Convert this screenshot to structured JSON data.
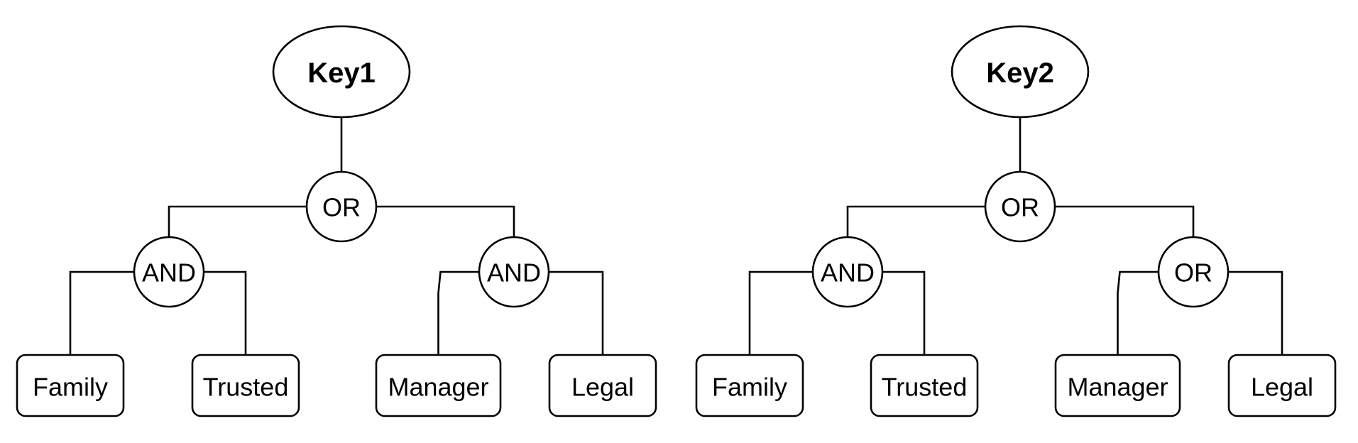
{
  "trees": [
    {
      "id": "tree-key1",
      "root": "Key1",
      "gate": "OR",
      "left_gate": "AND",
      "right_gate": "AND",
      "leaves": [
        "Family",
        "Trusted",
        "Manager",
        "Legal"
      ]
    },
    {
      "id": "tree-key2",
      "root": "Key2",
      "gate": "OR",
      "left_gate": "AND",
      "right_gate": "OR",
      "leaves": [
        "Family",
        "Trusted",
        "Manager",
        "Legal"
      ]
    }
  ]
}
